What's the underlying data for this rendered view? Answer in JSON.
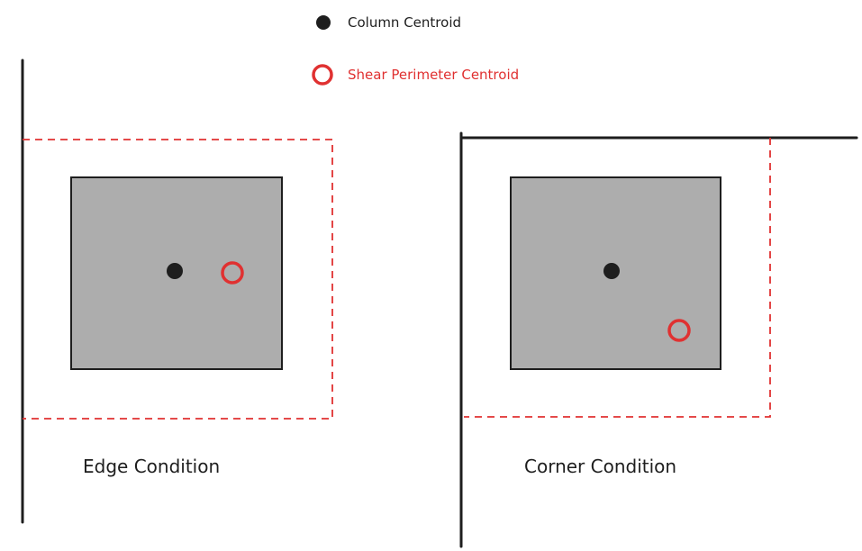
{
  "legend": {
    "column_centroid": "Column Centroid",
    "shear_perimeter_centroid": "Shear Perimeter Centroid"
  },
  "panels": {
    "edge": {
      "title": "Edge Condition"
    },
    "corner": {
      "title": "Corner Condition"
    }
  },
  "colors": {
    "stroke": "#1e1e1e",
    "column_fill": "#adadad",
    "perimeter": "#e03131",
    "background": "#ffffff"
  }
}
